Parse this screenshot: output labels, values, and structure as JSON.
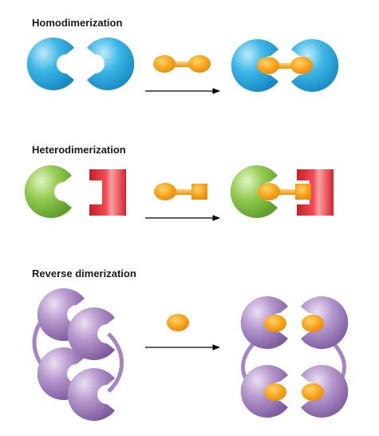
{
  "panels": [
    {
      "title": "Homodimerization"
    },
    {
      "title": "Heterodimerization"
    },
    {
      "title": "Reverse dimerization"
    }
  ],
  "colors": {
    "blue_protein": "#29ACE0",
    "green_protein": "#8CC63F",
    "red_protein": "#E8262F",
    "purple_protein": "#A883C2",
    "ligand_orange": "#F7A21B",
    "arrow": "#000000"
  }
}
